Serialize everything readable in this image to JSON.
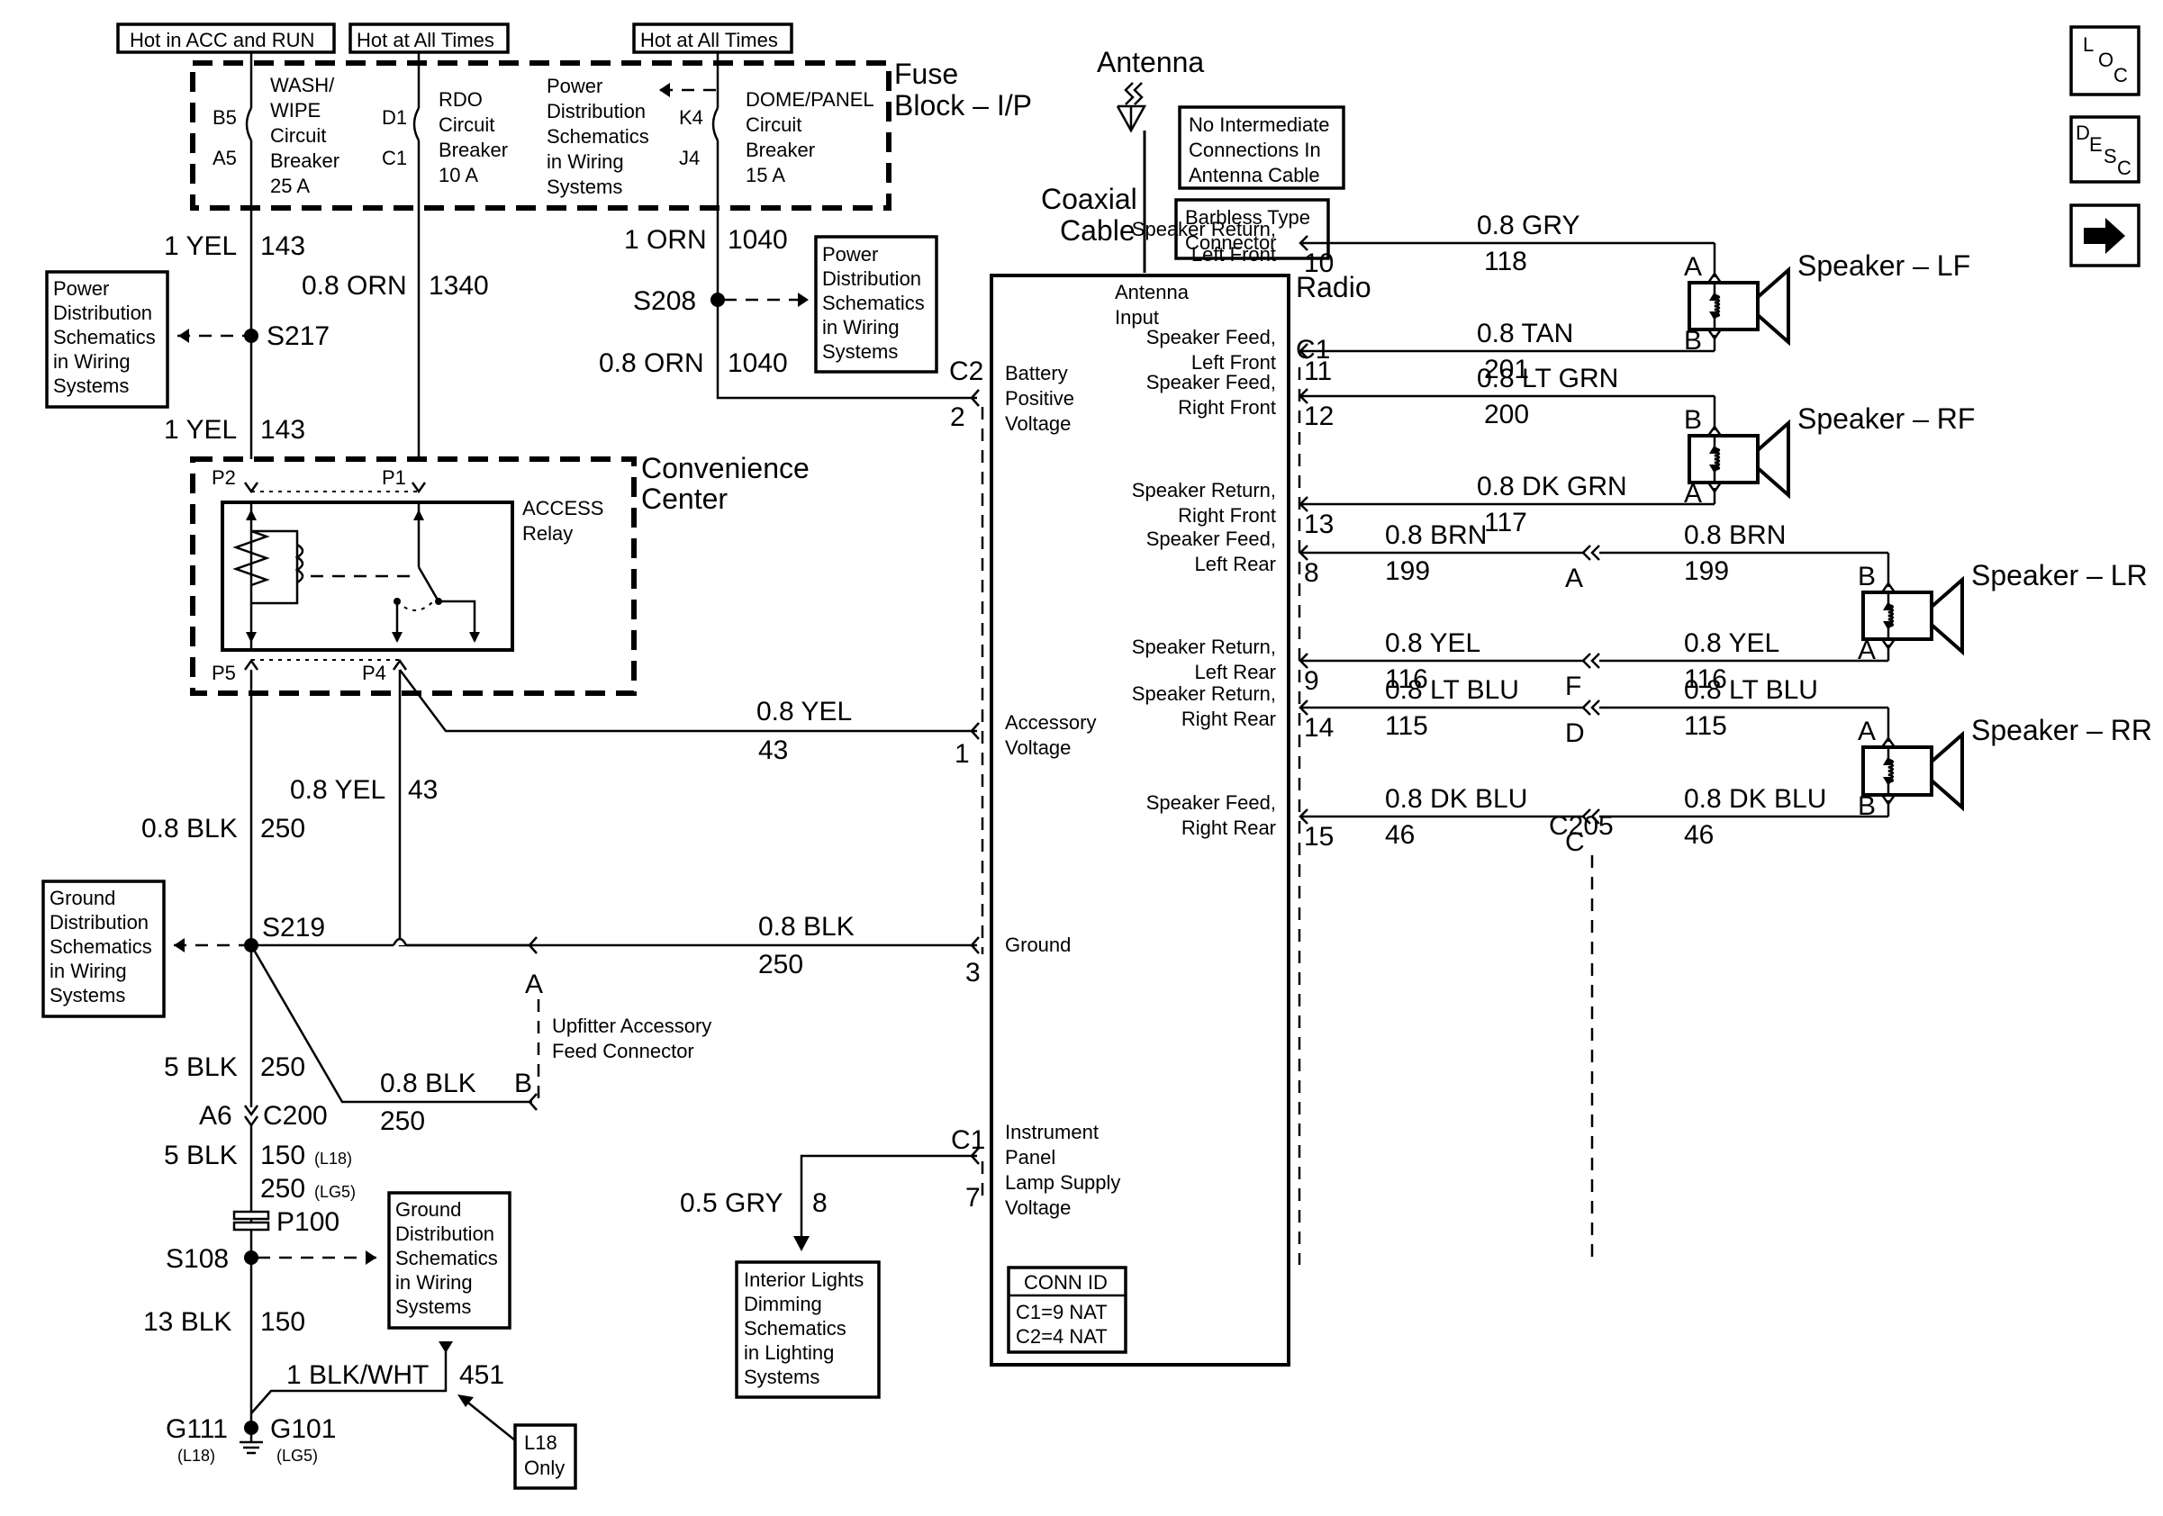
{
  "header_boxes": {
    "hot_acc_run": "Hot in ACC and RUN",
    "hot_all_1": "Hot at All Times",
    "hot_all_2": "Hot at All Times"
  },
  "fuse_block": {
    "title_1": "Fuse",
    "title_2": "Block – I/P",
    "wash": {
      "pin_top": "B5",
      "pin_bot": "A5",
      "l1": "WASH/",
      "l2": "WIPE",
      "l3": "Circuit",
      "l4": "Breaker",
      "l5": "25 A"
    },
    "rdo": {
      "pin_top": "D1",
      "pin_bot": "C1",
      "l1": "RDO",
      "l2": "Circuit",
      "l3": "Breaker",
      "l4": "10 A"
    },
    "pdist": {
      "l1": "Power",
      "l2": "Distribution",
      "l3": "Schematics",
      "l4": "in Wiring",
      "l5": "Systems"
    },
    "dome": {
      "pin_top": "K4",
      "pin_bot": "J4",
      "l1": "DOME/PANEL",
      "l2": "Circuit",
      "l3": "Breaker",
      "l4": "15 A"
    }
  },
  "wires": {
    "w143a": {
      "gauge": "1 YEL",
      "num": "143"
    },
    "w1340": {
      "gauge": "0.8 ORN",
      "num": "1340"
    },
    "w143b": {
      "gauge": "1 YEL",
      "num": "143"
    },
    "w1040a": {
      "gauge": "1 ORN",
      "num": "1040"
    },
    "w1040b": {
      "gauge": "0.8 ORN",
      "num": "1040"
    },
    "w43a": {
      "gauge": "0.8 YEL",
      "num": "43"
    },
    "w43b": {
      "gauge": "0.8 YEL",
      "num": "43"
    },
    "w250a": {
      "gauge": "0.8 BLK",
      "num": "250"
    },
    "w250b": {
      "gauge": "0.8 BLK",
      "num": "250"
    },
    "w250c": {
      "gauge": "5 BLK",
      "num": "250"
    },
    "w250d": {
      "gauge": "0.8 BLK",
      "num": "250"
    },
    "w150": {
      "gauge": "5 BLK",
      "num": "150",
      "opt": "(L18)"
    },
    "w250e": {
      "num": "250",
      "opt": "(LG5)"
    },
    "w150b": {
      "gauge": "13 BLK",
      "num": "150"
    },
    "w451": {
      "gauge": "1 BLK/WHT",
      "num": "451"
    },
    "w8": {
      "gauge": "0.5 GRY",
      "num": "8"
    }
  },
  "splices": {
    "s217": "S217",
    "s208": "S208",
    "s219": "S219",
    "s108": "S108",
    "p100": "P100",
    "c200_a": "A6",
    "c200": "C200"
  },
  "grounds": {
    "g111": "G111",
    "g111_opt": "(L18)",
    "g101": "G101",
    "g101_opt": "(LG5)"
  },
  "l18_box": {
    "l1": "L18",
    "l2": "Only"
  },
  "ref_boxes": {
    "pd_left": {
      "l1": "Power",
      "l2": "Distribution",
      "l3": "Schematics",
      "l4": "in Wiring",
      "l5": "Systems"
    },
    "pd_mid": {
      "l1": "Power",
      "l2": "Distribution",
      "l3": "Schematics",
      "l4": "in Wiring",
      "l5": "Systems"
    },
    "gd_left": {
      "l1": "Ground",
      "l2": "Distribution",
      "l3": "Schematics",
      "l4": "in Wiring",
      "l5": "Systems"
    },
    "gd_low": {
      "l1": "Ground",
      "l2": "Distribution",
      "l3": "Schematics",
      "l4": "in Wiring",
      "l5": "Systems"
    },
    "interior": {
      "l1": "Interior Lights",
      "l2": "Dimming",
      "l3": "Schematics",
      "l4": "in Lighting",
      "l5": "Systems"
    }
  },
  "conv_center": {
    "title_1": "Convenience",
    "title_2": "Center",
    "relay_1": "ACCESS",
    "relay_2": "Relay",
    "p2": "P2",
    "p1": "P1",
    "p5": "P5",
    "p4": "P4"
  },
  "upfitter": {
    "pin_a": "A",
    "pin_b": "B",
    "l1": "Upfitter Accessory",
    "l2": "Feed Connector"
  },
  "antenna": {
    "label": "Antenna",
    "coax_1": "Coaxial",
    "coax_2": "Cable",
    "note1_1": "No Intermediate",
    "note1_2": "Connections In",
    "note1_3": "Antenna Cable",
    "note2_1": "Barbless Type",
    "note2_2": "Connector"
  },
  "radio": {
    "title": "Radio",
    "antenna_in_1": "Antenna",
    "antenna_in_2": "Input",
    "c2": "C2",
    "c1_top": "C1",
    "c1_bot": "C1",
    "batt_1": "Battery",
    "batt_2": "Positive",
    "batt_3": "Voltage",
    "batt_pin": "2",
    "acc_1": "Accessory",
    "acc_2": "Voltage",
    "acc_pin": "1",
    "gnd": "Ground",
    "gnd_pin": "3",
    "ip_1": "Instrument",
    "ip_2": "Panel",
    "ip_3": "Lamp Supply",
    "ip_4": "Voltage",
    "ip_pin": "7",
    "conn_id": "CONN ID",
    "conn_c1": "C1=9 NAT",
    "conn_c2": "C2=4 NAT"
  },
  "speaker_circuits": [
    {
      "l1": "Speaker Return,",
      "l2": "Left Front",
      "pin": "10",
      "gauge": "0.8 GRY",
      "num": "118"
    },
    {
      "l1": "Speaker Feed,",
      "l2": "Left Front",
      "pin": "11",
      "gauge": "0.8 TAN",
      "num": "201"
    },
    {
      "l1": "Speaker Feed,",
      "l2": "Right Front",
      "pin": "12",
      "gauge": "0.8 LT GRN",
      "num": "200"
    },
    {
      "l1": "Speaker Return,",
      "l2": "Right Front",
      "pin": "13",
      "gauge": "0.8 DK GRN",
      "num": "117"
    },
    {
      "l1": "Speaker Feed,",
      "l2": "Left Rear",
      "pin": "8",
      "gauge": "0.8 BRN",
      "num": "199",
      "c205": "A",
      "gauge2": "0.8 BRN",
      "num2": "199"
    },
    {
      "l1": "Speaker Return,",
      "l2": "Left Rear",
      "pin": "9",
      "gauge": "0.8 YEL",
      "num": "116",
      "c205": "F",
      "gauge2": "0.8 YEL",
      "num2": "116"
    },
    {
      "l1": "Speaker Return,",
      "l2": "Right Rear",
      "pin": "14",
      "gauge": "0.8 LT BLU",
      "num": "115",
      "c205": "D",
      "gauge2": "0.8 LT BLU",
      "num2": "115"
    },
    {
      "l1": "Speaker Feed,",
      "l2": "Right Rear",
      "pin": "15",
      "gauge": "0.8 DK BLU",
      "num": "46",
      "c205": "C",
      "gauge2": "0.8 DK BLU",
      "num2": "46"
    }
  ],
  "c205_label": "C205",
  "speakers": {
    "lf": {
      "label": "Speaker – LF",
      "top": "A",
      "bot": "B"
    },
    "rf": {
      "label": "Speaker – RF",
      "top": "B",
      "bot": "A"
    },
    "lr": {
      "label": "Speaker – LR",
      "top": "B",
      "bot": "A"
    },
    "rr": {
      "label": "Speaker – RR",
      "top": "A",
      "bot": "B"
    }
  },
  "nav": {
    "loc_1": "L",
    "loc_2": "O",
    "loc_3": "C",
    "desc_1": "D",
    "desc_2": "E",
    "desc_3": "S",
    "desc_4": "C"
  }
}
